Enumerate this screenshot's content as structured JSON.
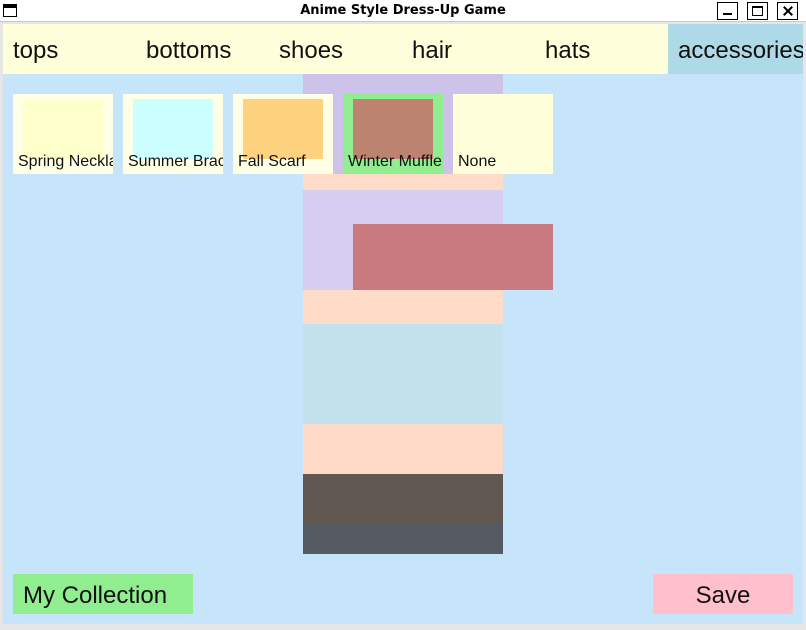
{
  "window": {
    "title": "Anime Style Dress-Up Game"
  },
  "tabs": [
    {
      "label": "tops",
      "active": false
    },
    {
      "label": "bottoms",
      "active": false
    },
    {
      "label": "shoes",
      "active": false
    },
    {
      "label": "hair",
      "active": false
    },
    {
      "label": "hats",
      "active": false
    },
    {
      "label": "accessories",
      "active": true
    }
  ],
  "colors": {
    "background": "#c6e4fa",
    "tab_bar": "#ffffdc",
    "tab_active": "#aed9e6",
    "selected_border": "#90ee90",
    "collection_button": "#90ee90",
    "save_button": "#ffc0cb"
  },
  "items": [
    {
      "label": "Spring Necklace",
      "color": "#ffffcc",
      "bg": "#ffffe6",
      "selected": false
    },
    {
      "label": "Summer Bracelet",
      "color": "#ccffff",
      "bg": "#ffffe6",
      "selected": false
    },
    {
      "label": "Fall Scarf",
      "color": "#ffd27f",
      "bg": "#ffffe6",
      "selected": false
    },
    {
      "label": "Winter Muffler",
      "color": "#bc8370",
      "bg": "#90ee90",
      "selected": true
    },
    {
      "label": "None",
      "color": "#ffffdc",
      "bg": "#ffffdc",
      "selected": false
    }
  ],
  "character_layers": [
    {
      "part": "hat",
      "color": "#cdc2ea"
    },
    {
      "part": "hair-back",
      "color": "#d6cdf0"
    },
    {
      "part": "face",
      "color": "#ffdcc8"
    },
    {
      "part": "top",
      "color": "#c4e2ee"
    },
    {
      "part": "legs",
      "color": "#ffdac8"
    },
    {
      "part": "bottoms",
      "color": "#625852"
    },
    {
      "part": "shoes",
      "color": "#555a63"
    },
    {
      "part": "muffler",
      "color": "#c97a80"
    }
  ],
  "buttons": {
    "collection": "My Collection",
    "save": "Save"
  }
}
